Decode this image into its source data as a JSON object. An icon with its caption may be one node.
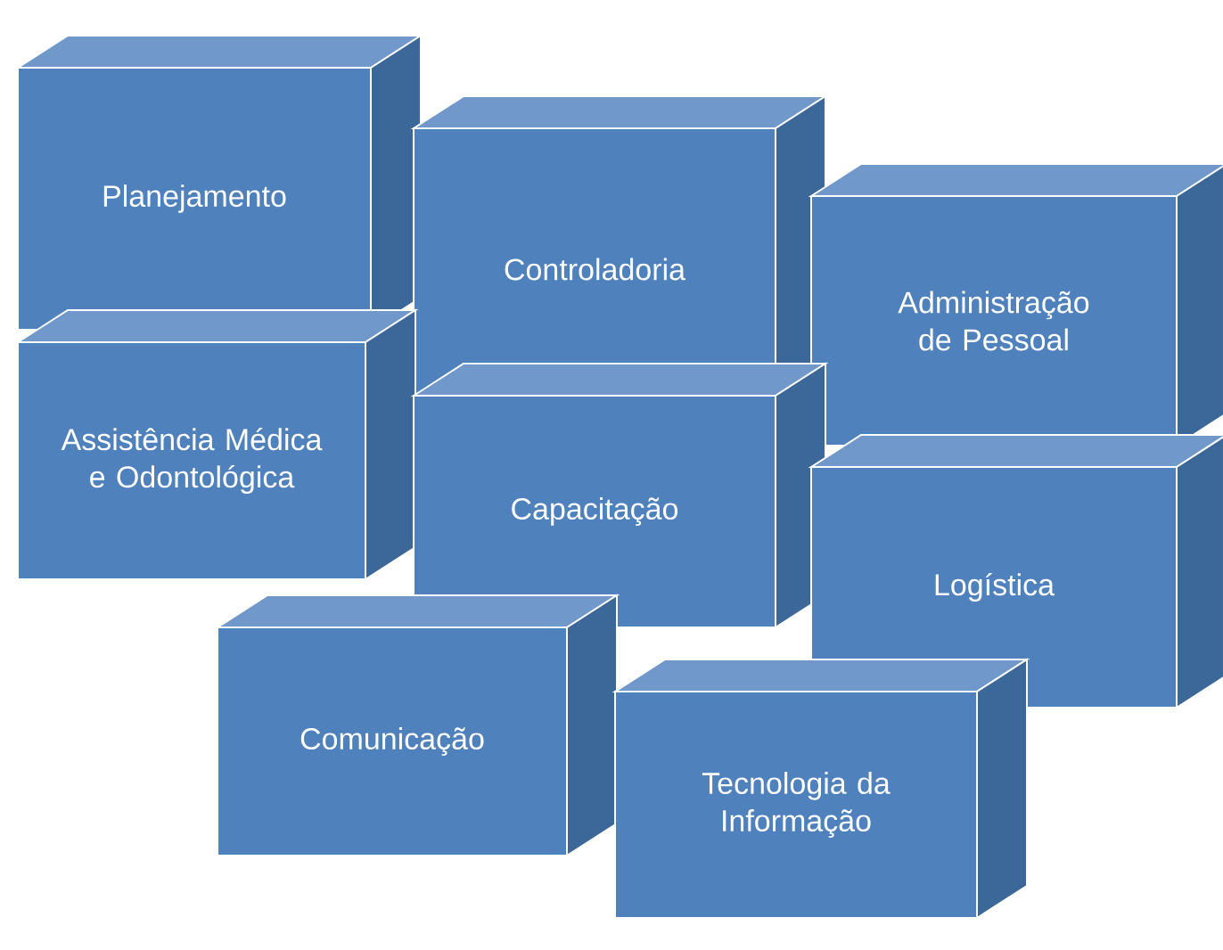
{
  "diagram": {
    "nodes": [
      {
        "text": [
          "Planejamento"
        ]
      },
      {
        "text": [
          "Controladoria"
        ]
      },
      {
        "text": [
          "Administração de Pessoal"
        ]
      },
      {
        "text": [
          "Assistência Médica e Odontológica"
        ]
      },
      {
        "text": [
          "Capacitação"
        ]
      },
      {
        "text": [
          "Logística"
        ]
      },
      {
        "text": [
          "Comunicação"
        ]
      },
      {
        "text": [
          "Tecnologia da Informação"
        ]
      }
    ]
  }
}
